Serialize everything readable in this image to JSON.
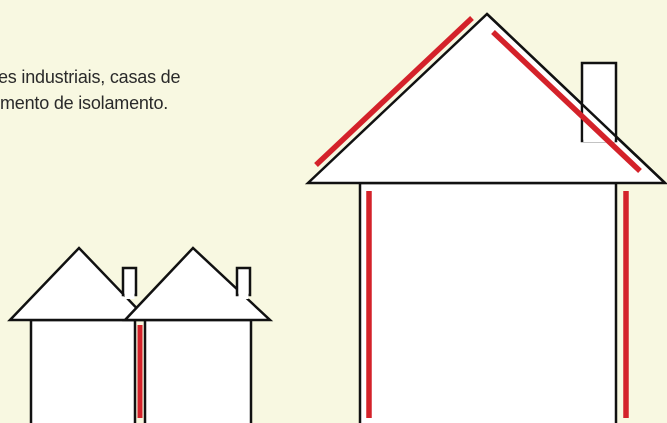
{
  "caption": {
    "line1": "es industriais, casas de",
    "line2": "mento de isolamento."
  },
  "colors": {
    "background": "#f8f8e1",
    "outline": "#111111",
    "house_fill": "#ffffff",
    "insulation": "#d4222a",
    "text": "#2a2a2a"
  },
  "icons": {
    "large_house": "large-house-icon",
    "small_house_left": "small-house-icon",
    "small_house_right": "small-house-icon",
    "insulation_strip": "insulation-strip"
  }
}
